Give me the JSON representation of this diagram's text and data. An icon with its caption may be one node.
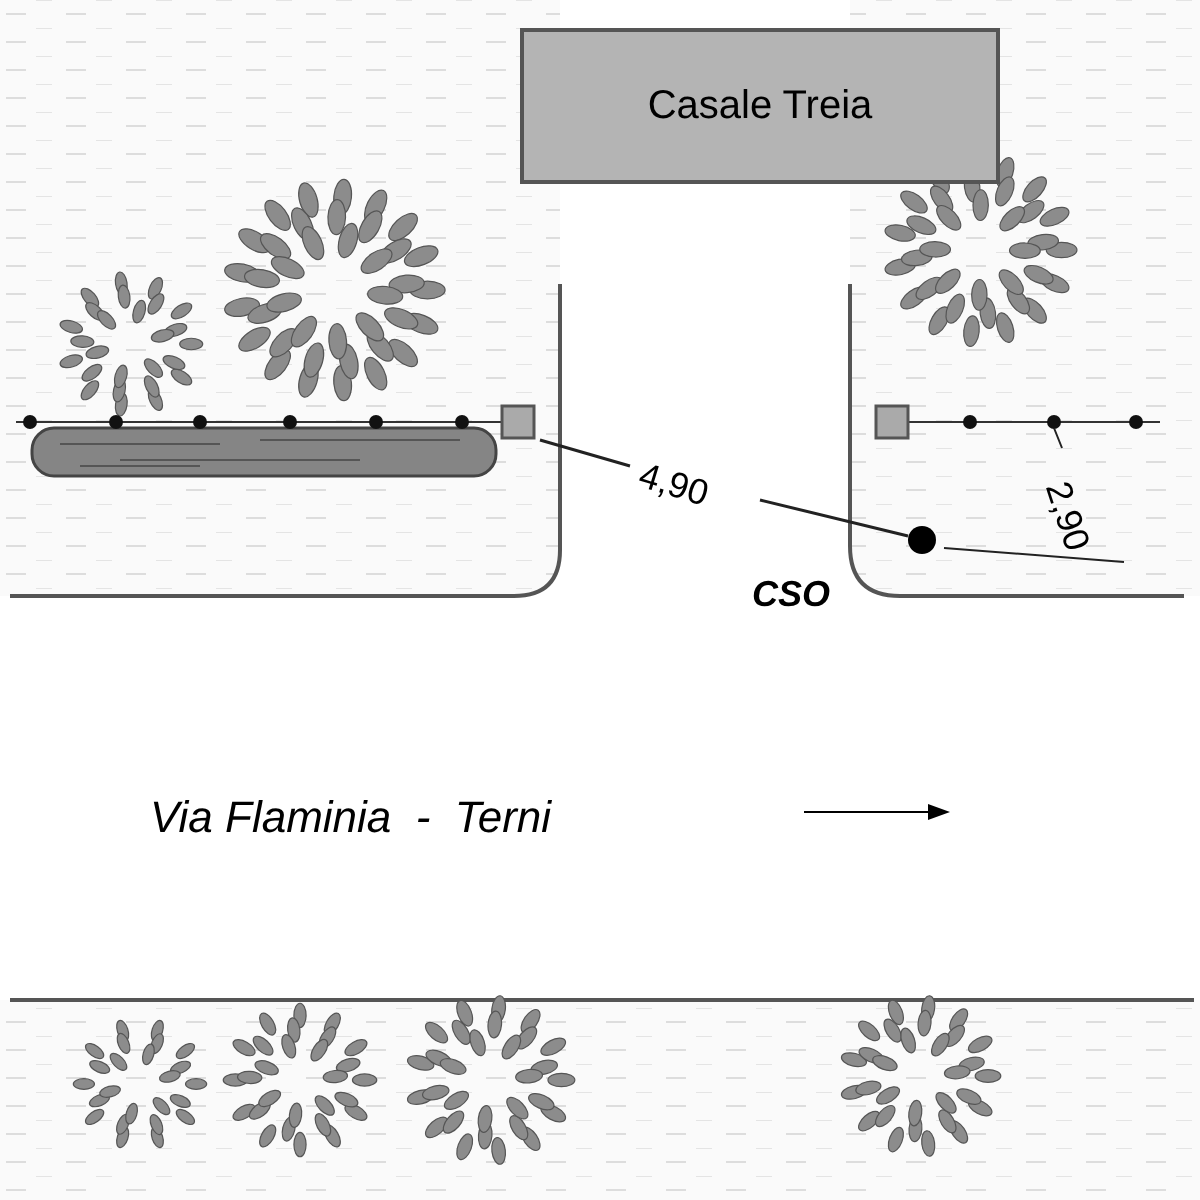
{
  "diagram": {
    "nodes": [
      {
        "text": [
          "Casale Treia"
        ]
      }
    ],
    "labels": [
      "4,90",
      "2,90",
      "CSO",
      "Via Flaminia  -  Terni"
    ]
  }
}
